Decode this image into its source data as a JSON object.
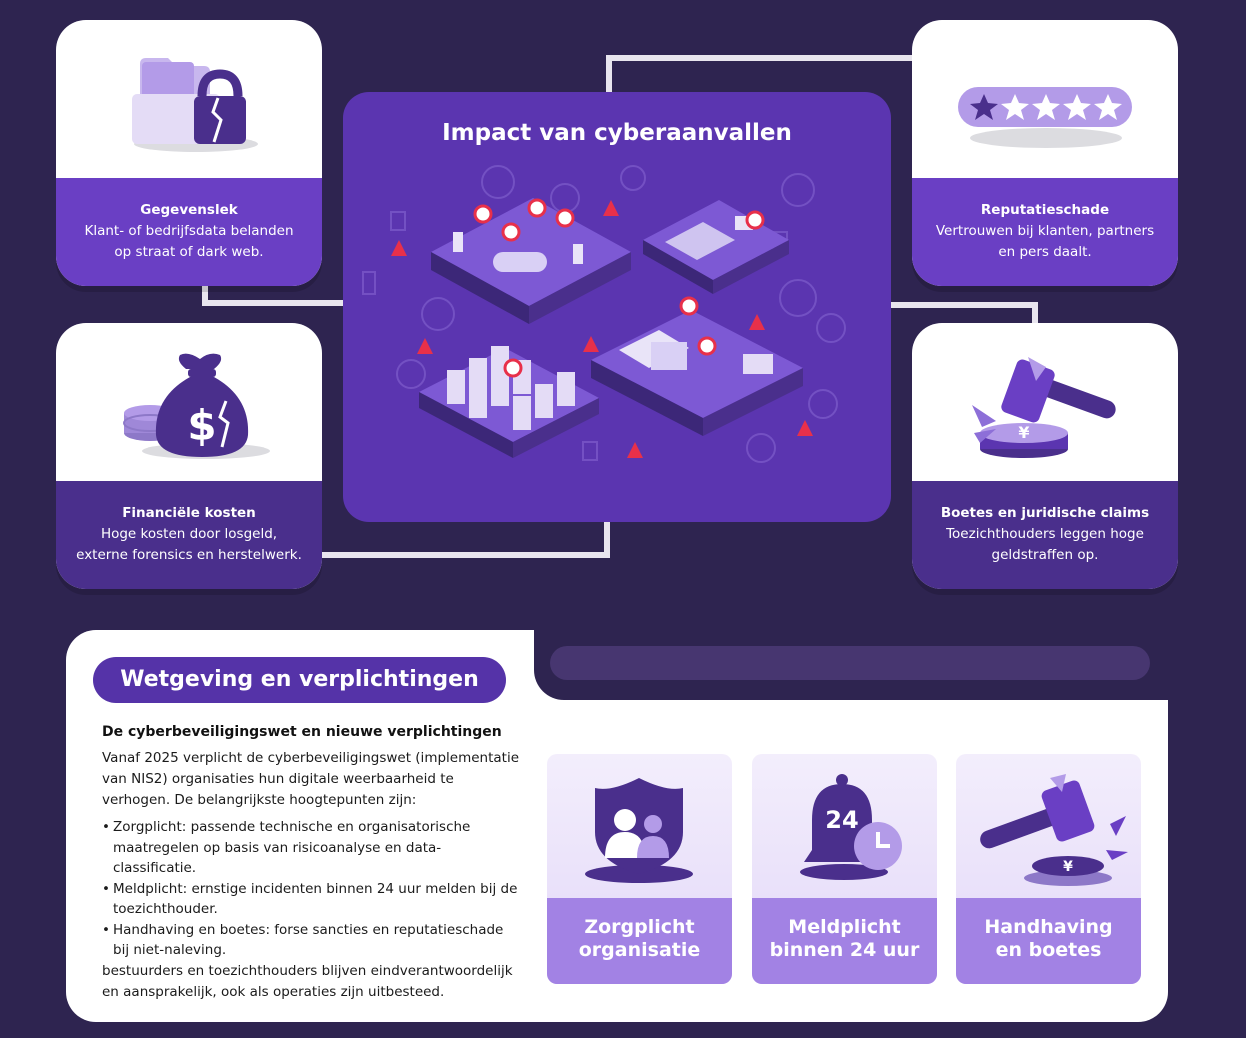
{
  "center": {
    "title": "Impact van cyberaanvallen"
  },
  "cards": {
    "data_leak": {
      "title": "Gegevenslek",
      "description": "Klant- of bedrijfsdata belanden\nop straat of dark web."
    },
    "reputation": {
      "title": "Reputatieschade",
      "description": "Vertrouwen bij klanten, partners\nen pers daalt."
    },
    "financial": {
      "title": "Financiële kosten",
      "description": "Hoge kosten door losgeld,\nexterne forensics en herstelwerk."
    },
    "fines": {
      "title": "Boetes en juridische claims",
      "description": "Toezichthouders leggen hoge\ngeldstraffen op."
    }
  },
  "legislation": {
    "heading": "Wetgeving en verplichtingen",
    "subheading": "De cyberbeveiligingswet en nieuwe verplichtingen",
    "intro": "Vanaf 2025 verplicht de cyberbeveiligingswet (implementatie\nvan NIS2) organisaties hun digitale weerbaarheid te\nverhogen. De belangrijkste hoogtepunten zijn:",
    "bullets": [
      "Zorgplicht: passende technische en organisatorische\nmaatregelen op basis van risicoanalyse en data-\nclassificatie.",
      "Meldplicht: ernstige incidenten binnen 24 uur melden bij de\ntoezichthouder.",
      "Handhaving en boetes: forse sancties en reputatieschade\nbij niet-naleving."
    ],
    "closing": "bestuurders en toezichthouders blijven eindverantwoordelijk\nen aansprakelijk, ook als operaties zijn uitbesteed."
  },
  "features": [
    {
      "label": "Zorgplicht\norganisatie",
      "icon": "shield-people-icon"
    },
    {
      "label": "Meldplicht\nbinnen 24 uur",
      "icon": "bell-clock-icon",
      "badge": "24"
    },
    {
      "label": "Handhaving\nen boetes",
      "icon": "gavel-icon"
    }
  ],
  "colors": {
    "background": "#2e2450",
    "panel": "#5b35b0",
    "card_band_light": "#6a3fc4",
    "card_band_dark": "#4a2f8c",
    "feature_band": "#a282e4"
  }
}
